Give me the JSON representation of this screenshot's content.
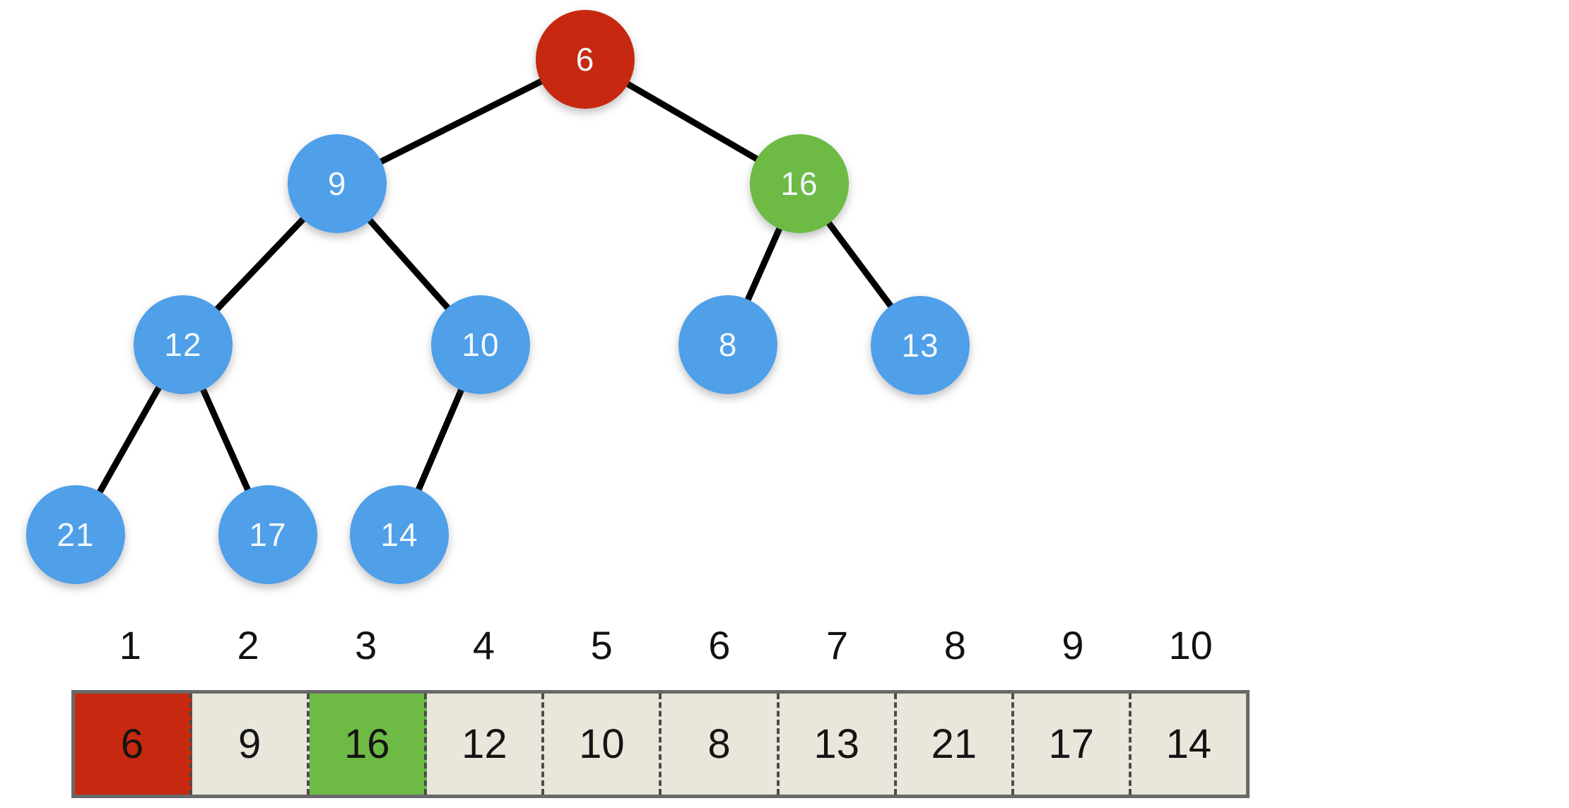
{
  "tree": {
    "nodes": [
      {
        "id": "n1",
        "label": "6",
        "color": "red"
      },
      {
        "id": "n2",
        "label": "9",
        "color": "blue"
      },
      {
        "id": "n3",
        "label": "16",
        "color": "green"
      },
      {
        "id": "n4",
        "label": "12",
        "color": "blue"
      },
      {
        "id": "n5",
        "label": "10",
        "color": "blue"
      },
      {
        "id": "n6",
        "label": "8",
        "color": "blue"
      },
      {
        "id": "n7",
        "label": "13",
        "color": "blue"
      },
      {
        "id": "n8",
        "label": "21",
        "color": "blue"
      },
      {
        "id": "n9",
        "label": "17",
        "color": "blue"
      },
      {
        "id": "n10",
        "label": "14",
        "color": "blue"
      }
    ],
    "edges": [
      [
        "n1",
        "n2"
      ],
      [
        "n1",
        "n3"
      ],
      [
        "n2",
        "n4"
      ],
      [
        "n2",
        "n5"
      ],
      [
        "n3",
        "n6"
      ],
      [
        "n3",
        "n7"
      ],
      [
        "n4",
        "n8"
      ],
      [
        "n4",
        "n9"
      ],
      [
        "n5",
        "n10"
      ]
    ]
  },
  "array": {
    "indices": [
      "1",
      "2",
      "3",
      "4",
      "5",
      "6",
      "7",
      "8",
      "9",
      "10"
    ],
    "cells": [
      {
        "value": "6",
        "highlight": "red"
      },
      {
        "value": "9",
        "highlight": "none"
      },
      {
        "value": "16",
        "highlight": "green"
      },
      {
        "value": "12",
        "highlight": "none"
      },
      {
        "value": "10",
        "highlight": "none"
      },
      {
        "value": "8",
        "highlight": "none"
      },
      {
        "value": "13",
        "highlight": "none"
      },
      {
        "value": "21",
        "highlight": "none"
      },
      {
        "value": "17",
        "highlight": "none"
      },
      {
        "value": "14",
        "highlight": "none"
      }
    ]
  },
  "colors": {
    "red": "#c6290f",
    "green": "#6dba45",
    "blue": "#4f9fe9",
    "node_text": "#f2f8fc",
    "cell_bg": "#e9e6dc",
    "cell_text": "#141414",
    "array_border": "#696969",
    "edge": "#000000",
    "background": "#ffffff"
  }
}
